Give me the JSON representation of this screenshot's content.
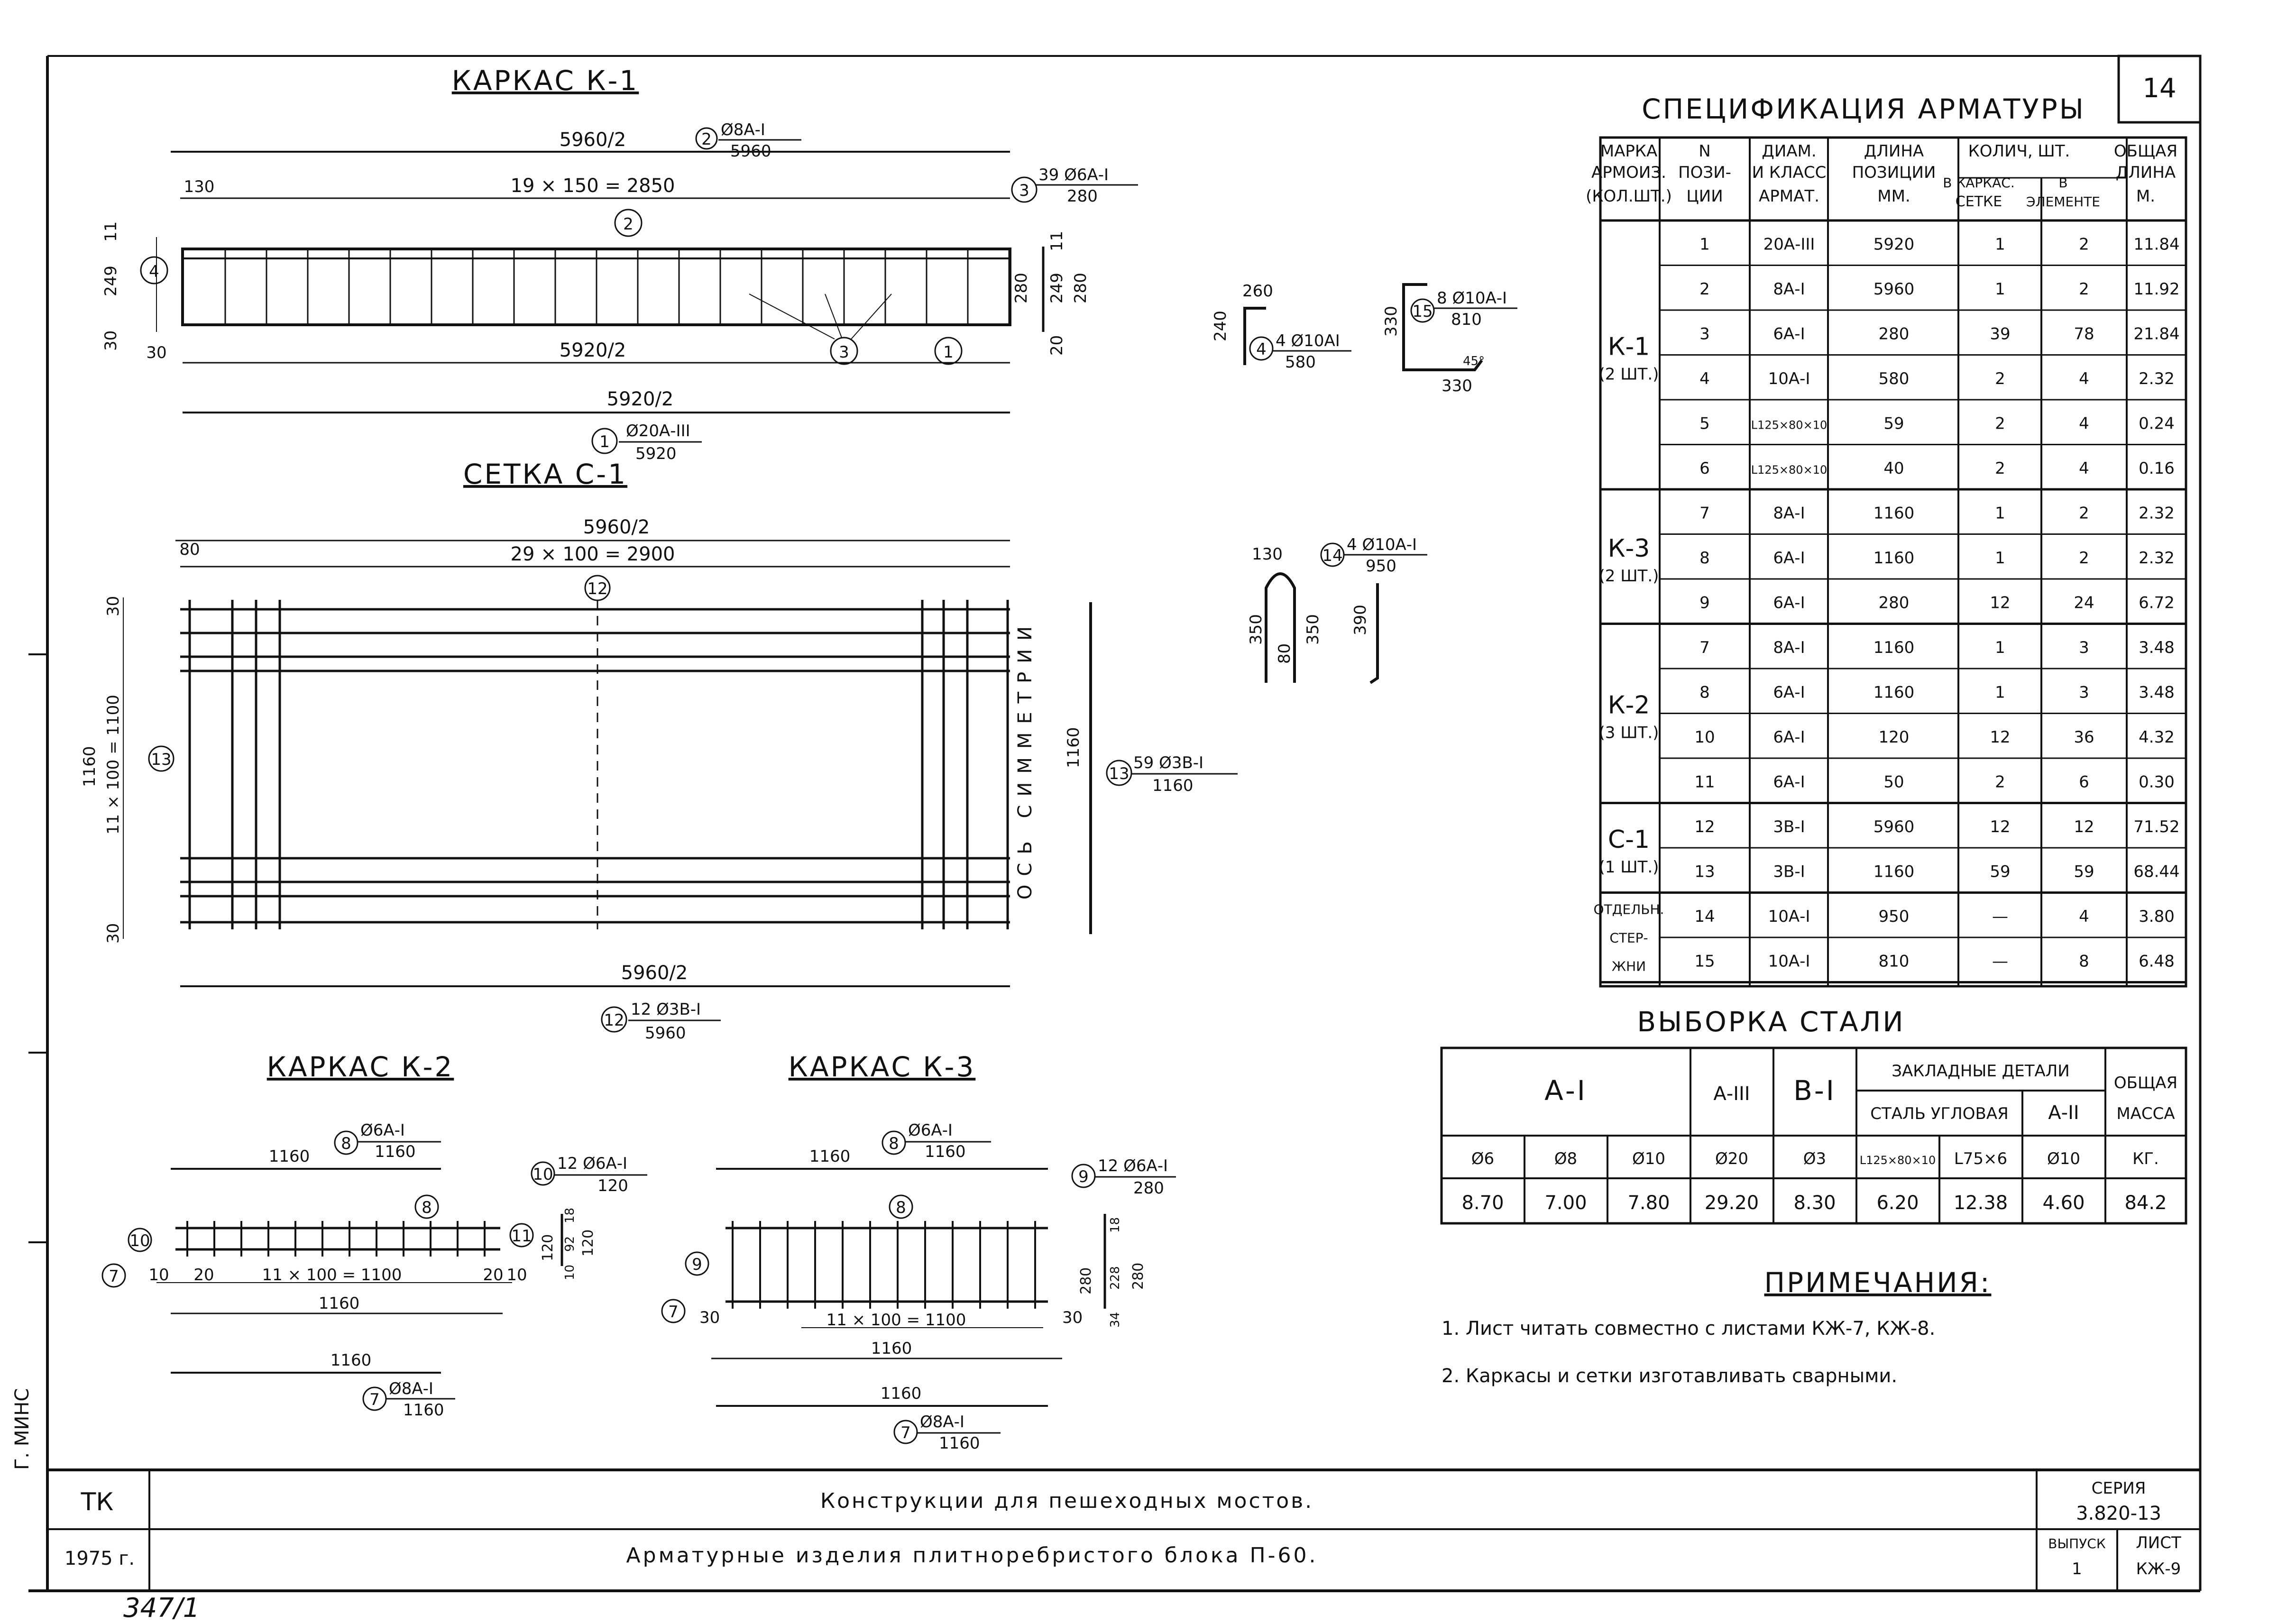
{
  "sheet_number": "14",
  "handwritten_note": "347/1",
  "side_stamp": "Г. МИНС",
  "frames": {
    "k1": {
      "title": "КАРКАС К-1",
      "dims": {
        "top_half": "5960/2",
        "stirrup_spacing": "19 × 150 = 2850",
        "left_offset": "130",
        "bot_half_inner": "5920/2",
        "bot_half_outer": "5920/2",
        "h_total": "249",
        "h_top": "11",
        "h_bot": "30",
        "h_bot_left": "30",
        "h_right": "280",
        "h_right_inner": "249",
        "h_right_top": "11",
        "h_right_outer": "280",
        "h_right_bot": "20"
      },
      "labels": {
        "bar2": {
          "pos": "2",
          "spec": "Ø8А-I",
          "len": "5960"
        },
        "bar1": {
          "pos": "1",
          "spec": "Ø20А-III",
          "len": "5920"
        },
        "bar3": {
          "pos": "3",
          "spec": "39 Ø6А-I",
          "len": "280"
        },
        "pos4": "4",
        "pos2": "2",
        "pos3": "3",
        "pos1": "1"
      }
    },
    "mesh_c1": {
      "title": "СЕТКА С-1",
      "dims": {
        "top_half": "5960/2",
        "spacing": "29 × 100 = 2900",
        "left_offset": "80",
        "h_spacing": "11 × 100 = 1100",
        "h_total": "1160",
        "h_top": "30",
        "h_bot": "30",
        "bot_half": "5960/2"
      },
      "labels": {
        "pos12": "12",
        "pos13": "13",
        "bar12": {
          "pos": "12",
          "spec": "12 Ø3В-I",
          "len": "5960"
        },
        "bar13": {
          "pos": "13",
          "spec": "59 Ø3В-I",
          "len": "1160"
        },
        "bar13_len": "1160"
      },
      "axis_label": "ОСЬ СИММЕТРИИ"
    },
    "k2": {
      "title": "КАРКАС К-2",
      "dims": {
        "top_len": "1160",
        "spacing": "11 × 100 = 1100",
        "offset_l": "20",
        "offset_r": "20",
        "gap_l": "10",
        "gap_r": "10",
        "inner_len": "1160",
        "bot_len": "1160",
        "h_total": "120",
        "h_a": "10",
        "h_b": "92",
        "h_c": "18",
        "h_d": "120"
      },
      "labels": {
        "bar8": {
          "pos": "8",
          "spec": "Ø6А-I",
          "len": "1160"
        },
        "bar10": {
          "pos": "10",
          "spec": "12 Ø6А-I",
          "len": "120"
        },
        "bar7": {
          "pos": "7",
          "spec": "Ø8А-I",
          "len": "1160"
        },
        "pos8": "8",
        "pos10": "10",
        "pos11": "11",
        "pos7": "7"
      }
    },
    "k3": {
      "title": "КАРКАС К-3",
      "dims": {
        "top_len": "1160",
        "spacing": "11 × 100 = 1100",
        "inner_len": "1160",
        "bot_len": "1160",
        "gap_l": "30",
        "gap_r": "30",
        "h_total": "280",
        "h_a": "34",
        "h_b": "228",
        "h_c": "18",
        "h_d": "280"
      },
      "labels": {
        "bar8": {
          "pos": "8",
          "spec": "Ø6А-I",
          "len": "1160"
        },
        "bar9": {
          "pos": "9",
          "spec": "12 Ø6А-I",
          "len": "280"
        },
        "bar7": {
          "pos": "7",
          "spec": "Ø8А-I",
          "len": "1160"
        },
        "pos8": "8",
        "pos9": "9",
        "pos7": "7"
      }
    }
  },
  "bent_bars": {
    "b4": {
      "pos": "4",
      "spec": "4 Ø10АI",
      "len": "580",
      "d1": "260",
      "d2": "240"
    },
    "b15": {
      "pos": "15",
      "spec": "8 Ø10А-I",
      "len": "810",
      "d1": "330",
      "d2": "330",
      "angle": "45°"
    },
    "b14": {
      "pos": "14",
      "spec": "4 Ø10А-I",
      "len": "950",
      "d1": "130",
      "d2": "350",
      "d3": "80",
      "d4": "350",
      "d5": "390"
    }
  },
  "spec_table": {
    "title": "СПЕЦИФИКАЦИЯ АРМАТУРЫ",
    "headers": {
      "mark": [
        "МАРКА",
        "АРМОИЗ.",
        "(КОЛ.ШТ.)"
      ],
      "pos": [
        "N",
        "ПОЗИ-",
        "ЦИИ"
      ],
      "diam": [
        "ДИАМ.",
        "И КЛАСС",
        "АРМАТ."
      ],
      "len": [
        "ДЛИНА",
        "ПОЗИЦИИ",
        "ММ."
      ],
      "qty": "КОЛИЧ, ШТ.",
      "qty_frame": [
        "В КАРКАС.",
        "СЕТКЕ"
      ],
      "qty_elem": [
        "В",
        "ЭЛЕМЕНТЕ"
      ],
      "total": [
        "ОБЩАЯ",
        "ДЛИНА",
        "М."
      ]
    },
    "groups": [
      {
        "mark": "К-1",
        "count": "(2 ШТ.)",
        "rows": [
          [
            "1",
            "20А-III",
            "5920",
            "1",
            "2",
            "11.84"
          ],
          [
            "2",
            "8А-I",
            "5960",
            "1",
            "2",
            "11.92"
          ],
          [
            "3",
            "6А-I",
            "280",
            "39",
            "78",
            "21.84"
          ],
          [
            "4",
            "10А-I",
            "580",
            "2",
            "4",
            "2.32"
          ],
          [
            "5",
            "L125×80×10",
            "59",
            "2",
            "4",
            "0.24"
          ],
          [
            "6",
            "L125×80×10",
            "40",
            "2",
            "4",
            "0.16"
          ]
        ]
      },
      {
        "mark": "К-3",
        "count": "(2 ШТ.)",
        "rows": [
          [
            "7",
            "8А-I",
            "1160",
            "1",
            "2",
            "2.32"
          ],
          [
            "8",
            "6А-I",
            "1160",
            "1",
            "2",
            "2.32"
          ],
          [
            "9",
            "6А-I",
            "280",
            "12",
            "24",
            "6.72"
          ]
        ]
      },
      {
        "mark": "К-2",
        "count": "(3 ШТ.)",
        "rows": [
          [
            "7",
            "8А-I",
            "1160",
            "1",
            "3",
            "3.48"
          ],
          [
            "8",
            "6А-I",
            "1160",
            "1",
            "3",
            "3.48"
          ],
          [
            "10",
            "6А-I",
            "120",
            "12",
            "36",
            "4.32"
          ],
          [
            "11",
            "6А-I",
            "50",
            "2",
            "6",
            "0.30"
          ]
        ]
      },
      {
        "mark": "С-1",
        "count": "(1 ШТ.)",
        "rows": [
          [
            "12",
            "3В-I",
            "5960",
            "12",
            "12",
            "71.52"
          ],
          [
            "13",
            "3В-I",
            "1160",
            "59",
            "59",
            "68.44"
          ]
        ]
      },
      {
        "mark": "ОТДЕЛЬН. СТЕР- ЖНИ",
        "count": "",
        "rows": [
          [
            "14",
            "10А-I",
            "950",
            "—",
            "4",
            "3.80"
          ],
          [
            "15",
            "10А-I",
            "810",
            "—",
            "8",
            "6.48"
          ]
        ]
      }
    ]
  },
  "steel_table": {
    "title": "ВЫБОРКА СТАЛИ",
    "h_a1": "А-I",
    "h_a3": "А-III",
    "h_b1": "В-I",
    "h_emb": "ЗАКЛАДНЫЕ ДЕТАЛИ",
    "h_angle": "СТАЛЬ УГЛОВАЯ",
    "h_a2": "А-II",
    "h_mass": [
      "ОБЩАЯ",
      "МАССА"
    ],
    "subs": [
      "Ø6",
      "Ø8",
      "Ø10",
      "Ø20",
      "Ø3",
      "L125×80×10",
      "L75×6",
      "Ø10",
      "КГ."
    ],
    "values": [
      "8.70",
      "7.00",
      "7.80",
      "29.20",
      "8.30",
      "6.20",
      "12.38",
      "4.60",
      "84.2"
    ]
  },
  "notes": {
    "title": "ПРИМЕЧАНИЯ:",
    "items": [
      "1. Лист читать совместно с листами КЖ-7, КЖ-8.",
      "2. Каркасы и сетки изготавливать сварными."
    ]
  },
  "title_block": {
    "code": "ТК",
    "year": "1975 г.",
    "line1": "Конструкции для пешеходных мостов.",
    "line2": "Арматурные изделия плитноребристого блока П-60.",
    "series_label": "СЕРИЯ",
    "series_value": "3.820-13",
    "issue_label": "ВЫПУСК",
    "issue_value": "1",
    "sheet_label": "ЛИСТ",
    "sheet_value": "КЖ-9"
  }
}
